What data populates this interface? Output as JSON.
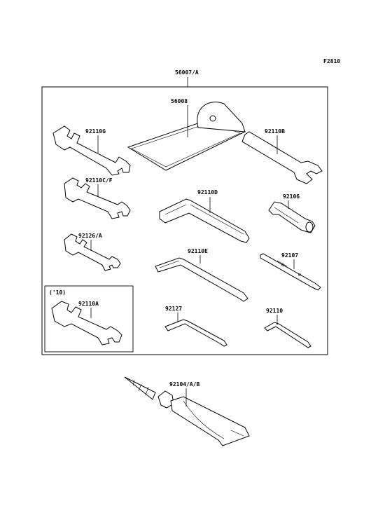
{
  "figure_code": "F2810",
  "kit_label": "56007/A",
  "subgroup_label": "('10)",
  "parts": {
    "p56008": "56008",
    "p92110G": "92110G",
    "p92110B": "92110B",
    "p92110CF": "92110C/F",
    "p92110D": "92110D",
    "p92106": "92106",
    "p92126A": "92126/A",
    "p92110E": "92110E",
    "p92107": "92107",
    "p92110A": "92110A",
    "p92127": "92127",
    "p92110": "92110",
    "p92104AB": "92104/A/B"
  }
}
